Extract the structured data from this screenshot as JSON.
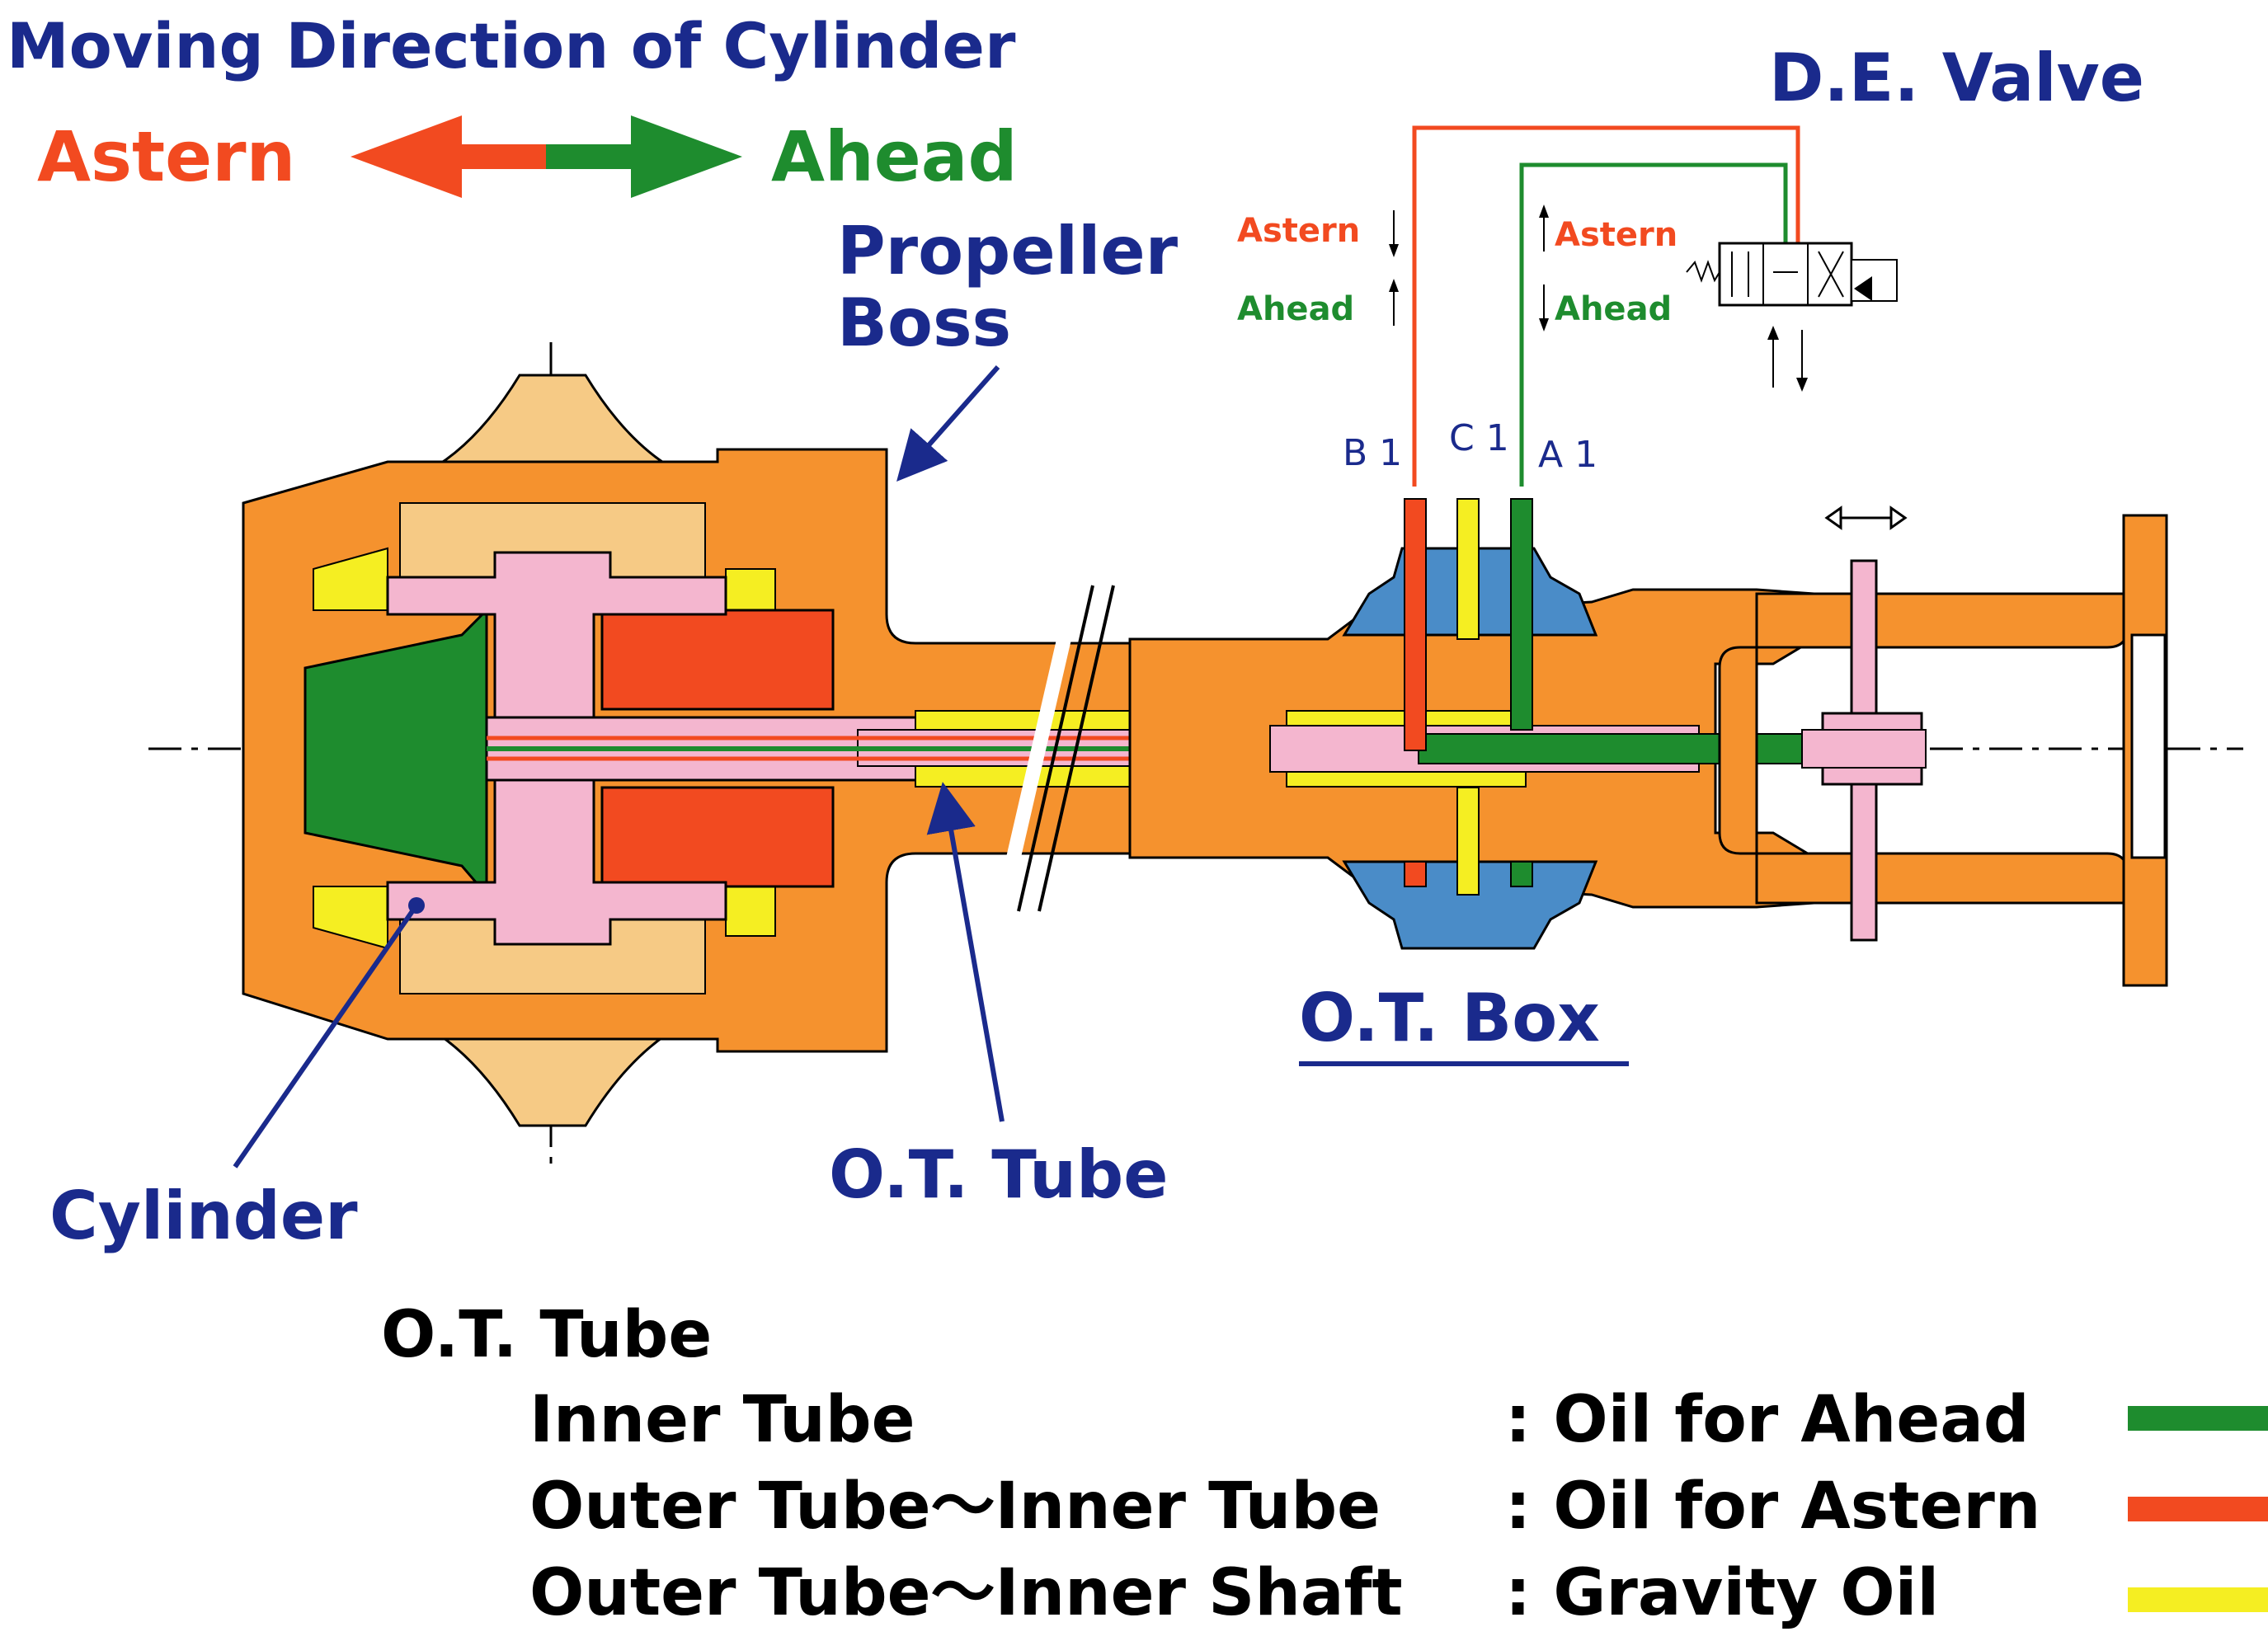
{
  "title": "Moving Direction of Cylinder",
  "direction": {
    "astern": "Astern",
    "ahead": "Ahead"
  },
  "valve": {
    "title": "D.E. Valve",
    "left_astern": "Astern",
    "left_ahead": "Ahead",
    "right_astern": "Astern",
    "right_ahead": "Ahead",
    "port_b": "B 1",
    "port_c": "C 1",
    "port_a": "A 1"
  },
  "labels": {
    "propeller_boss_1": "Propeller",
    "propeller_boss_2": "Boss",
    "cylinder": "Cylinder",
    "ot_tube": "O.T. Tube",
    "ot_box": "O.T. Box"
  },
  "legend": {
    "title": "O.T. Tube",
    "rows": [
      {
        "label": "Inner Tube",
        "value": ": Oil for Ahead",
        "color": "#1e8c2e"
      },
      {
        "label": "Outer Tube～Inner Tube",
        "value": ": Oil for Astern",
        "color": "#f24a20"
      },
      {
        "label": "Outer Tube～Inner Shaft",
        "value": ": Gravity Oil",
        "color": "#f5ee22"
      }
    ]
  },
  "colors": {
    "hub": "#f5922e",
    "blade": "#f6ca85",
    "piston": "#f4b6cf",
    "ahead_oil": "#1e8c2e",
    "astern_oil": "#f24a20",
    "gravity_oil": "#f5ee22",
    "ot_box": "#4a8cc8",
    "label_blue": "#1a2a8c"
  }
}
